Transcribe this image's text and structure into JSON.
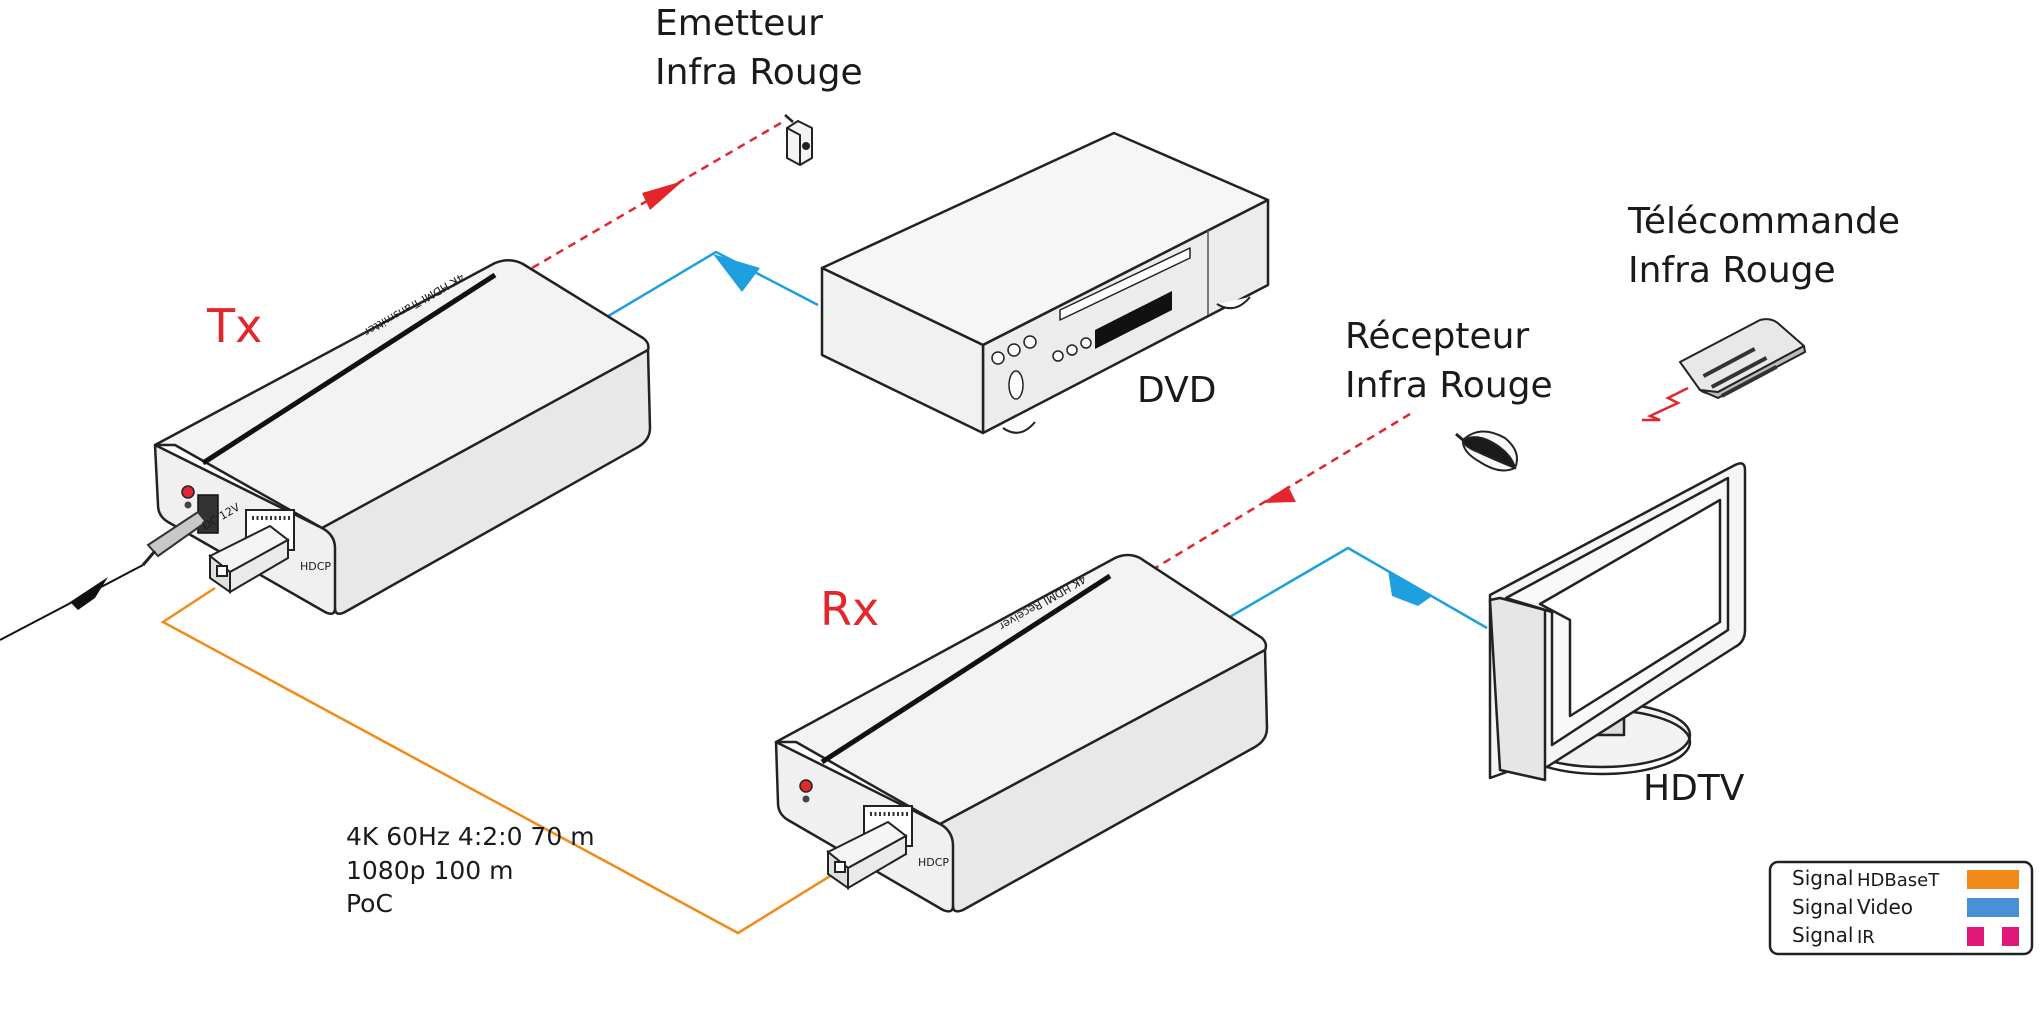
{
  "labels": {
    "ir_emitter": [
      "Emetteur",
      "Infra Rouge"
    ],
    "ir_receiver": [
      "Récepteur",
      "Infra Rouge"
    ],
    "remote": [
      "Télécommande",
      "Infra Rouge"
    ],
    "dvd": "DVD",
    "hdtv": "HDTV",
    "tx": "Tx",
    "rx": "Rx",
    "transmitter_top": "4K HDMI Transmitter",
    "receiver_top": "4K HDMI Receiver",
    "tx_power": "DC 12V",
    "port_tag": "HDCP",
    "specs": [
      "4K 60Hz 4:2:0 70 m",
      "1080p 100 m",
      "PoC"
    ]
  },
  "legend": {
    "items": [
      {
        "prefix": "Signal",
        "name": "HDBaseT",
        "color": "#f28a1a",
        "style": "solid"
      },
      {
        "prefix": "Signal",
        "name": "Video",
        "color": "#4a90d9",
        "style": "solid"
      },
      {
        "prefix": "Signal",
        "name": "IR",
        "color": "#e0187a",
        "style": "dashed"
      }
    ]
  },
  "colors": {
    "hdbaset": "#f28a1a",
    "video": "#1e9fe0",
    "ir": "#e3262c",
    "outline": "#222222",
    "device_fill": "#f2f2f2"
  }
}
